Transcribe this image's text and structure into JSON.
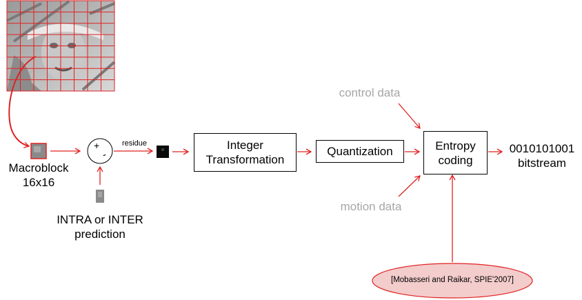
{
  "frame_image": {
    "icon": "video-frame-thumbnail"
  },
  "macroblock": {
    "label_line1": "Macroblock",
    "label_line2": "16x16"
  },
  "subtractor": {
    "plus": "+",
    "minus": "-"
  },
  "residue": {
    "label": "residue"
  },
  "prediction": {
    "label_line1": "INTRA or INTER",
    "label_line2": "prediction"
  },
  "integer_transformation": {
    "line1": "Integer",
    "line2": "Transformation"
  },
  "quantization": {
    "label": "Quantization"
  },
  "entropy_coding": {
    "line1": "Entropy",
    "line2": "coding"
  },
  "control_data": {
    "label": "control data"
  },
  "motion_data": {
    "label": "motion data"
  },
  "bitstream": {
    "bits": "0010101001",
    "label": "bitstream"
  },
  "citation": {
    "label": "[Mobasseri and Raikar, SPIE'2007]"
  },
  "colors": {
    "arrow": "#e02020",
    "gray_text": "#a6a6a6",
    "ellipse_fill": "#f3cccc"
  }
}
